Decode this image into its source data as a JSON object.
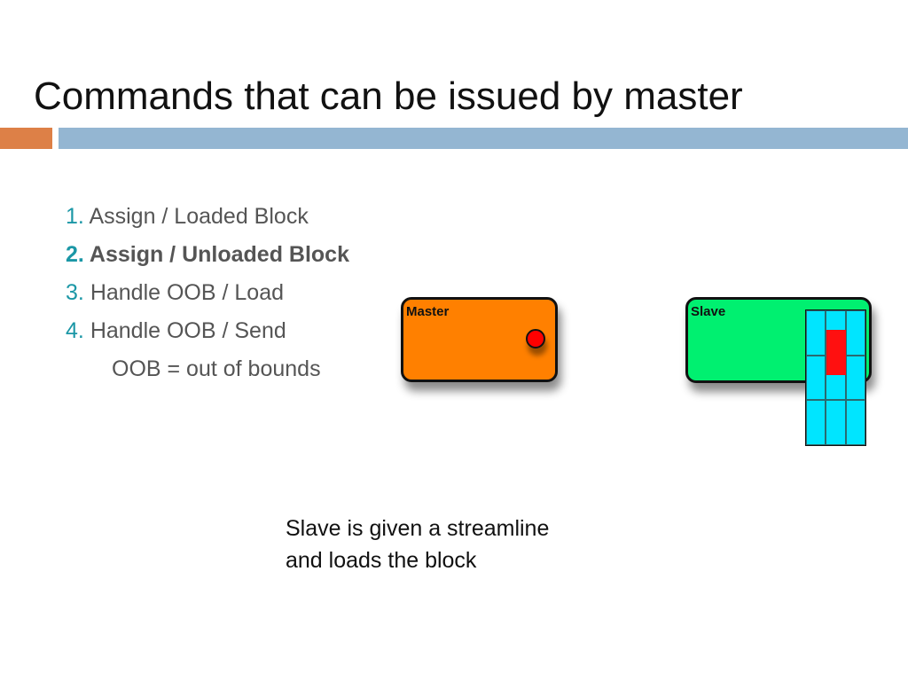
{
  "slide": {
    "title": "Commands that can be issued by master",
    "items": [
      {
        "num": "1.",
        "text": "Assign / Loaded Block",
        "bold": false
      },
      {
        "num": "2.",
        "text": "Assign / Unloaded Block",
        "bold": true
      },
      {
        "num": "3.",
        "text": "Handle OOB / Load",
        "bold": false
      },
      {
        "num": "4.",
        "text": "Handle OOB / Send",
        "bold": false
      }
    ],
    "note": "OOB = out of bounds"
  },
  "diagram": {
    "master_label": "Master",
    "slave_label": "Slave",
    "caption_lines": [
      "Slave is given a streamline",
      "and loads the block"
    ]
  },
  "colors": {
    "accent_orange": "#dd8047",
    "accent_blue": "#94b6d2",
    "number_teal": "#1b97a6",
    "master_fill": "#ff8000",
    "slave_fill": "#00f070",
    "grid_fill": "#00e5ff",
    "highlight_red": "#ff1010"
  }
}
